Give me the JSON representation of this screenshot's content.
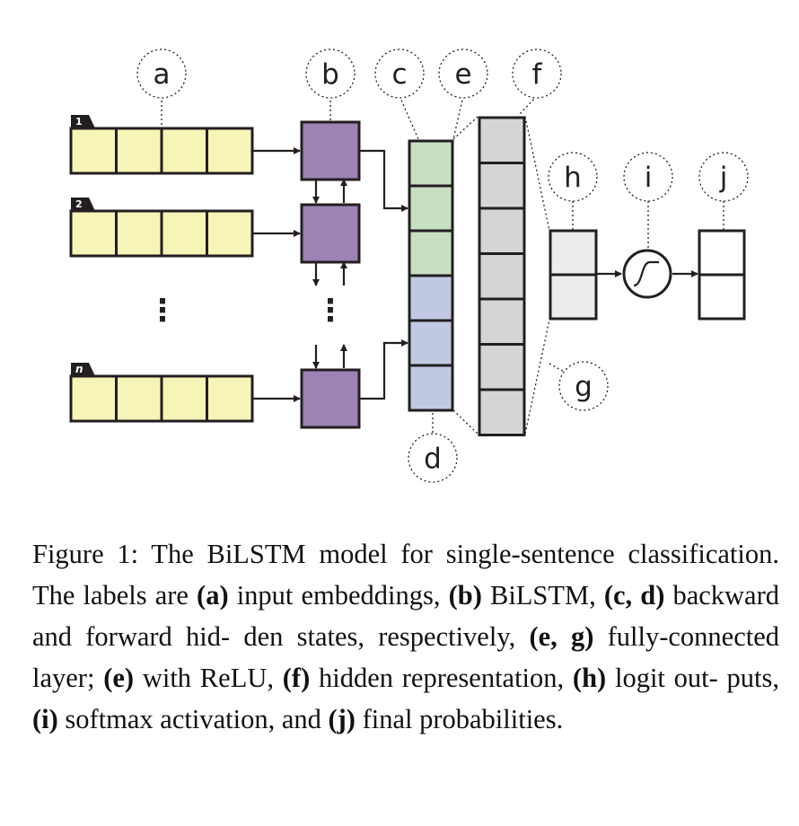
{
  "diagram": {
    "callouts": {
      "a": "a",
      "b": "b",
      "c": "c",
      "d": "d",
      "e": "e",
      "f": "f",
      "g": "g",
      "h": "h",
      "i": "i",
      "j": "j"
    },
    "input_tabs": [
      "1",
      "2",
      "n"
    ],
    "ellipsis": "⋮",
    "colors": {
      "embedding": "#f7f4b8",
      "bilstm": "#9c82b5",
      "backward_hidden": "#c8dfc2",
      "forward_hidden": "#c1c9e2",
      "hidden_layer": "#d5d5d5",
      "logits": "#ececec",
      "stroke": "#231f20"
    }
  },
  "caption": {
    "lines": [
      [
        {
          "t": "Figure 1:  The BiLSTM model for single-sentence",
          "b": false
        }
      ],
      [
        {
          "t": "classification.  The labels are ",
          "b": false
        },
        {
          "t": "(a)",
          "b": true
        },
        {
          "t": " input embeddings,",
          "b": false
        }
      ],
      [
        {
          "t": "(b)",
          "b": true
        },
        {
          "t": " BiLSTM, ",
          "b": false
        },
        {
          "t": "(c, d)",
          "b": true
        },
        {
          "t": " backward and forward hid-",
          "b": false
        }
      ],
      [
        {
          "t": "den states, respectively, ",
          "b": false
        },
        {
          "t": "(e, g)",
          "b": true
        },
        {
          "t": " fully-connected layer;",
          "b": false
        }
      ],
      [
        {
          "t": "(e)",
          "b": true
        },
        {
          "t": " with ReLU, ",
          "b": false
        },
        {
          "t": "(f)",
          "b": true
        },
        {
          "t": " hidden representation, ",
          "b": false
        },
        {
          "t": "(h)",
          "b": true
        },
        {
          "t": " logit out-",
          "b": false
        }
      ],
      [
        {
          "t": "puts, ",
          "b": false
        },
        {
          "t": "(i)",
          "b": true
        },
        {
          "t": " softmax activation, and ",
          "b": false
        },
        {
          "t": "(j)",
          "b": true
        },
        {
          "t": " final probabilities.",
          "b": false
        }
      ]
    ]
  }
}
